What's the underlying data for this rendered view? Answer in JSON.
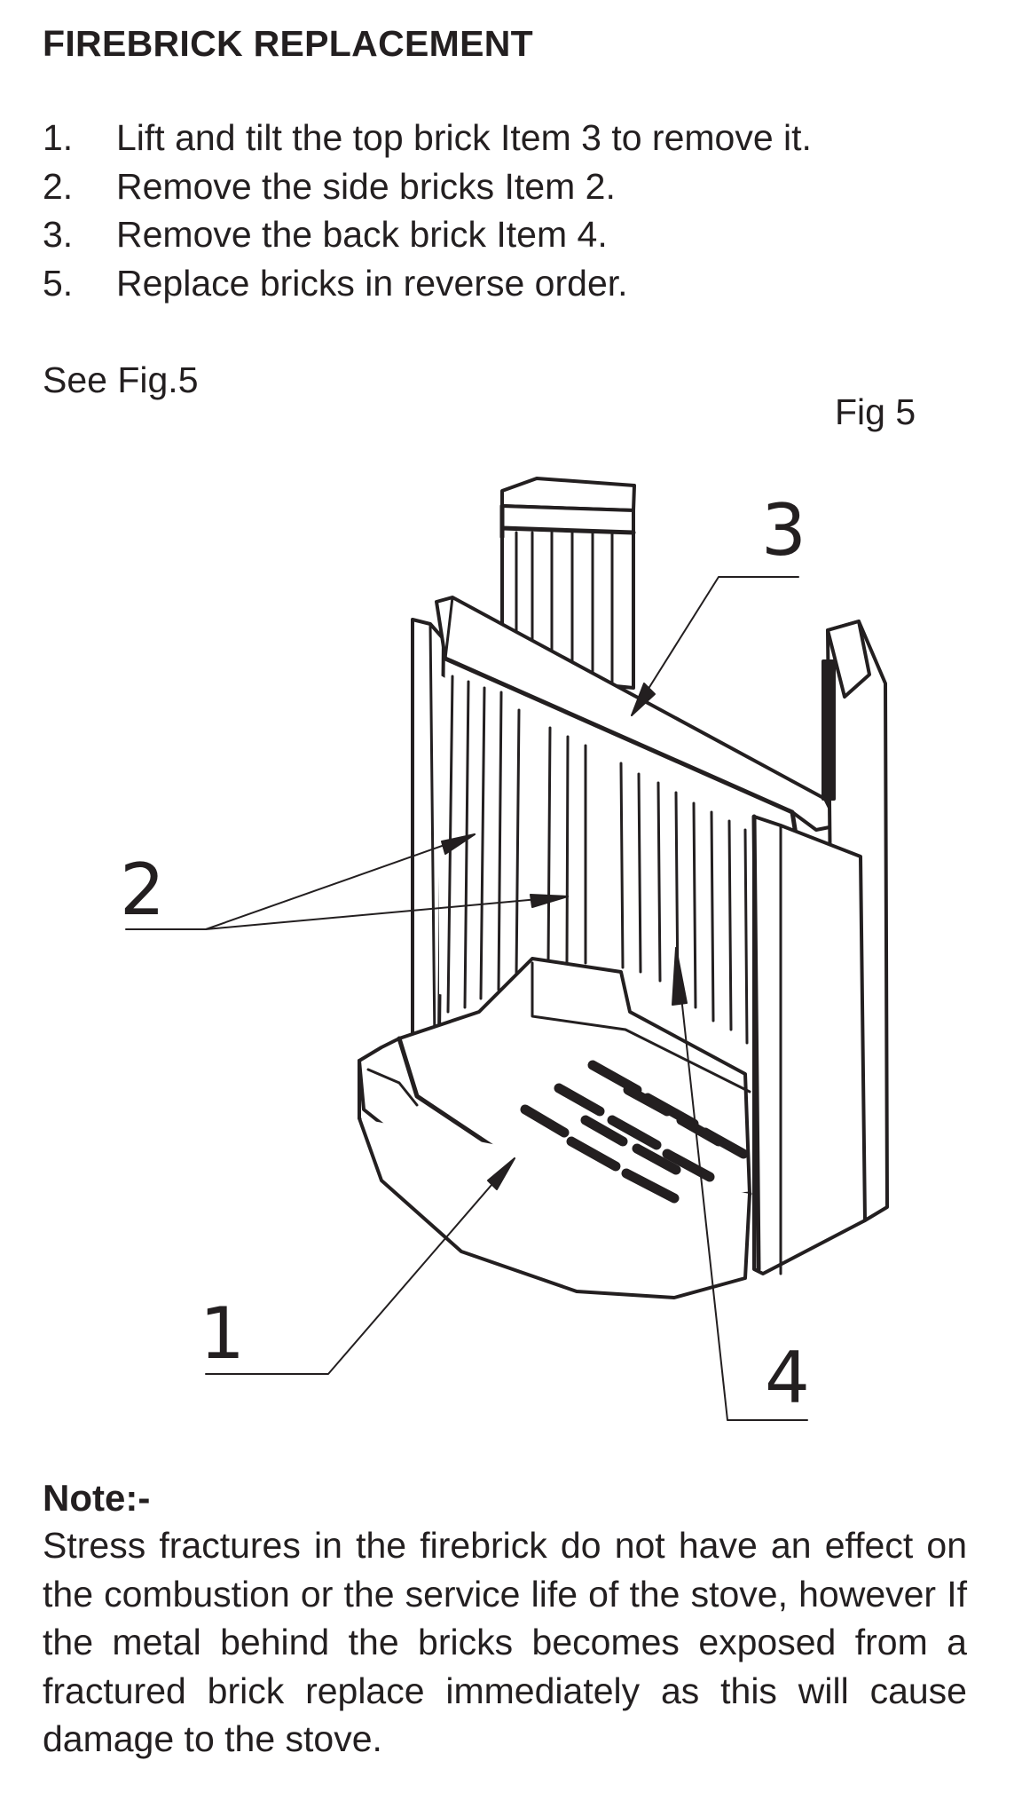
{
  "title": "FIREBRICK REPLACEMENT",
  "steps": [
    {
      "num": "1.",
      "text": "Lift and tilt the top brick Item 3 to remove it."
    },
    {
      "num": "2.",
      "text": "Remove the side bricks Item 2."
    },
    {
      "num": "3.",
      "text": "Remove the back brick Item 4."
    },
    {
      "num": "5.",
      "text": "Replace bricks in reverse order."
    }
  ],
  "see_fig": "See Fig.5",
  "figure": {
    "label": "Fig 5",
    "callouts": {
      "item1": "1",
      "item2": "2",
      "item3": "3",
      "item4": "4"
    }
  },
  "note": {
    "heading": "Note:-",
    "text": "Stress fractures in the firebrick do not have an effect on the combustion or the service life of the stove, however If the metal behind the bricks becomes exposed from a fractured brick replace immediately as this will cause damage to the stove."
  }
}
